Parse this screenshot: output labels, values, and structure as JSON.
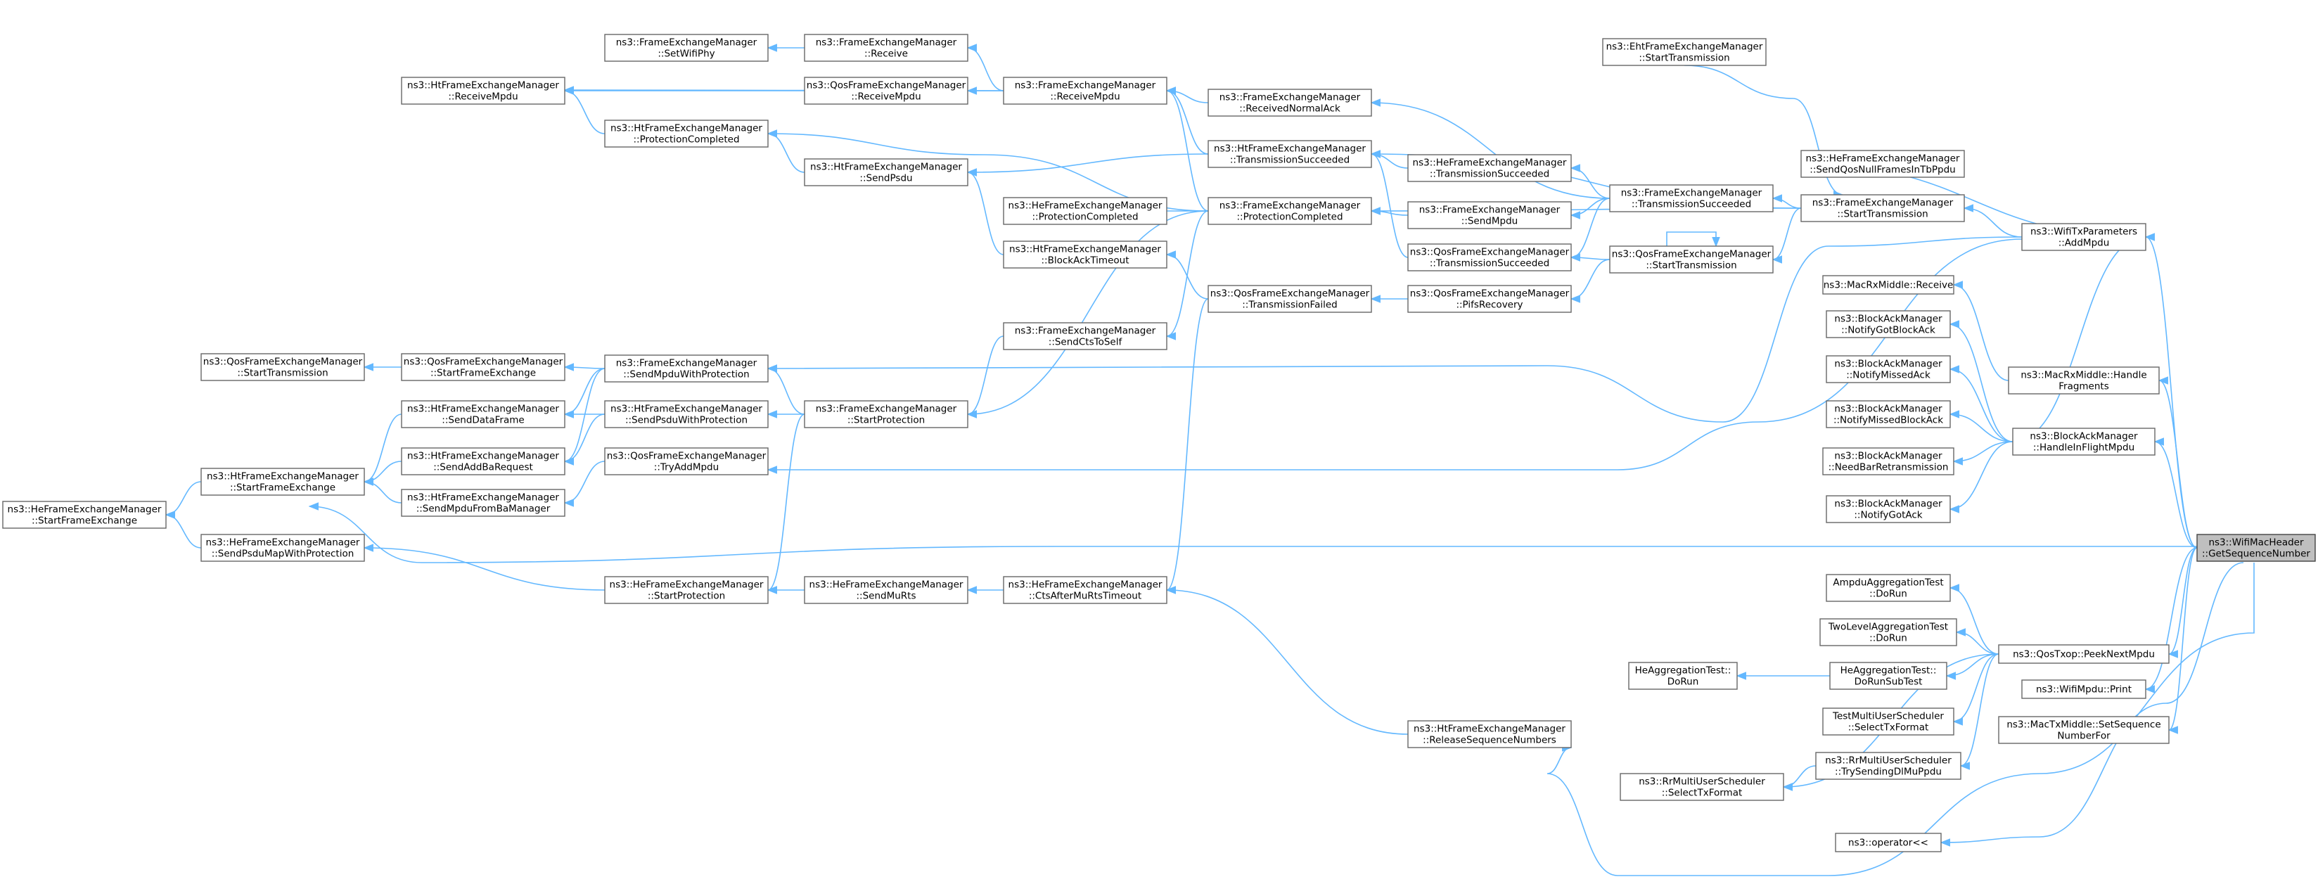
{
  "diagram": {
    "root": "n0",
    "colors": {
      "edge": "#63b8ff",
      "node_border": "#666666",
      "root_fill": "#bfbfbf",
      "node_fill": "#ffffff"
    },
    "nodes": [
      {
        "id": "n0",
        "lines": [
          "ns3::WifiMacHeader",
          "::GetSequenceNumber"
        ]
      },
      {
        "id": "n1",
        "lines": [
          "ns3::HeFrameExchangeManager",
          "::StartFrameExchange"
        ]
      },
      {
        "id": "n2",
        "lines": [
          "ns3::HtFrameExchangeManager",
          "::StartFrameExchange"
        ]
      },
      {
        "id": "n3",
        "lines": [
          "ns3::HeFrameExchangeManager",
          "::SendPsduMapWithProtection"
        ]
      },
      {
        "id": "n4",
        "lines": [
          "ns3::QosFrameExchangeManager",
          "::StartTransmission"
        ]
      },
      {
        "id": "n5",
        "lines": [
          "ns3::QosFrameExchangeManager",
          "::StartFrameExchange"
        ]
      },
      {
        "id": "n6",
        "lines": [
          "ns3::HtFrameExchangeManager",
          "::SendDataFrame"
        ]
      },
      {
        "id": "n7",
        "lines": [
          "ns3::HtFrameExchangeManager",
          "::SendAddBaRequest"
        ]
      },
      {
        "id": "n8",
        "lines": [
          "ns3::HtFrameExchangeManager",
          "::SendMpduFromBaManager"
        ]
      },
      {
        "id": "n9",
        "lines": [
          "ns3::HtFrameExchangeManager",
          "::ReceiveMpdu"
        ]
      },
      {
        "id": "n10",
        "lines": [
          "ns3::HtFrameExchangeManager",
          "::ProtectionCompleted"
        ]
      },
      {
        "id": "n11",
        "lines": [
          "ns3::FrameExchangeManager",
          "::SendMpduWithProtection"
        ]
      },
      {
        "id": "n12",
        "lines": [
          "ns3::HtFrameExchangeManager",
          "::SendPsduWithProtection"
        ]
      },
      {
        "id": "n13",
        "lines": [
          "ns3::QosFrameExchangeManager",
          "::TryAddMpdu"
        ]
      },
      {
        "id": "n14",
        "lines": [
          "ns3::HeFrameExchangeManager",
          "::StartProtection"
        ]
      },
      {
        "id": "n15",
        "lines": [
          "ns3::FrameExchangeManager",
          "::SetWifiPhy"
        ]
      },
      {
        "id": "n16",
        "lines": [
          "ns3::FrameExchangeManager",
          "::Receive"
        ]
      },
      {
        "id": "n17",
        "lines": [
          "ns3::QosFrameExchangeManager",
          "::ReceiveMpdu"
        ]
      },
      {
        "id": "n18",
        "lines": [
          "ns3::HtFrameExchangeManager",
          "::SendPsdu"
        ]
      },
      {
        "id": "n19",
        "lines": [
          "ns3::FrameExchangeManager",
          "::SendCtsToSelf"
        ]
      },
      {
        "id": "n20",
        "lines": [
          "ns3::FrameExchangeManager",
          "::StartProtection"
        ]
      },
      {
        "id": "n21",
        "lines": [
          "ns3::HeFrameExchangeManager",
          "::SendMuRts"
        ]
      },
      {
        "id": "n22",
        "lines": [
          "ns3::FrameExchangeManager",
          "::ReceiveMpdu"
        ]
      },
      {
        "id": "n23",
        "lines": [
          "ns3::HeFrameExchangeManager",
          "::ProtectionCompleted"
        ]
      },
      {
        "id": "n24",
        "lines": [
          "ns3::HtFrameExchangeManager",
          "::BlockAckTimeout"
        ]
      },
      {
        "id": "n25",
        "lines": [
          "ns3::HeFrameExchangeManager",
          "::CtsAfterMuRtsTimeout"
        ]
      },
      {
        "id": "n26",
        "lines": [
          "ns3::FrameExchangeManager",
          "::ReceivedNormalAck"
        ]
      },
      {
        "id": "n27",
        "lines": [
          "ns3::HtFrameExchangeManager",
          "::TransmissionSucceeded"
        ]
      },
      {
        "id": "n28",
        "lines": [
          "ns3::FrameExchangeManager",
          "::ProtectionCompleted"
        ]
      },
      {
        "id": "n29",
        "lines": [
          "ns3::QosFrameExchangeManager",
          "::TransmissionFailed"
        ]
      },
      {
        "id": "n30",
        "lines": [
          "ns3::HeFrameExchangeManager",
          "::TransmissionSucceeded"
        ]
      },
      {
        "id": "n31",
        "lines": [
          "ns3::FrameExchangeManager",
          "::SendMpdu"
        ]
      },
      {
        "id": "n32",
        "lines": [
          "ns3::QosFrameExchangeManager",
          "::TransmissionSucceeded"
        ]
      },
      {
        "id": "n33",
        "lines": [
          "ns3::QosFrameExchangeManager",
          "::PifsRecovery"
        ]
      },
      {
        "id": "n34",
        "lines": [
          "ns3::HtFrameExchangeManager",
          "::ReleaseSequenceNumbers"
        ]
      },
      {
        "id": "n35",
        "lines": [
          "ns3::FrameExchangeManager",
          "::TransmissionSucceeded"
        ]
      },
      {
        "id": "n36",
        "lines": [
          "ns3::QosFrameExchangeManager",
          "::StartTransmission"
        ]
      },
      {
        "id": "n37",
        "lines": [
          "HeAggregationTest::",
          "DoRun"
        ]
      },
      {
        "id": "n38",
        "lines": [
          "ns3::RrMultiUserScheduler",
          "::SelectTxFormat"
        ]
      },
      {
        "id": "n39",
        "lines": [
          "ns3::EhtFrameExchangeManager",
          "::StartTransmission"
        ]
      },
      {
        "id": "n40",
        "lines": [
          "ns3::FrameExchangeManager",
          "::StartTransmission"
        ]
      },
      {
        "id": "n41",
        "lines": [
          "ns3::HeFrameExchangeManager",
          "::SendQosNullFramesInTbPpdu"
        ]
      },
      {
        "id": "n42",
        "lines": [
          "ns3::MacRxMiddle::Receive"
        ]
      },
      {
        "id": "n43",
        "lines": [
          "ns3::BlockAckManager",
          "::NotifyGotBlockAck"
        ]
      },
      {
        "id": "n44",
        "lines": [
          "ns3::BlockAckManager",
          "::NotifyMissedAck"
        ]
      },
      {
        "id": "n45",
        "lines": [
          "ns3::BlockAckManager",
          "::NotifyMissedBlockAck"
        ]
      },
      {
        "id": "n46",
        "lines": [
          "ns3::BlockAckManager",
          "::NeedBarRetransmission"
        ]
      },
      {
        "id": "n47",
        "lines": [
          "ns3::BlockAckManager",
          "::NotifyGotAck"
        ]
      },
      {
        "id": "n48",
        "lines": [
          "AmpduAggregationTest",
          "::DoRun"
        ]
      },
      {
        "id": "n49",
        "lines": [
          "TwoLevelAggregationTest",
          "::DoRun"
        ]
      },
      {
        "id": "n50",
        "lines": [
          "HeAggregationTest::",
          "DoRunSubTest"
        ]
      },
      {
        "id": "n51",
        "lines": [
          "TestMultiUserScheduler",
          "::SelectTxFormat"
        ]
      },
      {
        "id": "n52",
        "lines": [
          "ns3::RrMultiUserScheduler",
          "::TrySendingDlMuPpdu"
        ]
      },
      {
        "id": "n53",
        "lines": [
          "ns3::operator<<"
        ]
      },
      {
        "id": "n54",
        "lines": [
          "ns3::WifiTxParameters",
          "::AddMpdu"
        ]
      },
      {
        "id": "n55",
        "lines": [
          "ns3::MacRxMiddle::Handle",
          "Fragments"
        ]
      },
      {
        "id": "n56",
        "lines": [
          "ns3::BlockAckManager",
          "::HandleInFlightMpdu"
        ]
      },
      {
        "id": "n57",
        "lines": [
          "ns3::QosTxop::PeekNextMpdu"
        ]
      },
      {
        "id": "n58",
        "lines": [
          "ns3::WifiMpdu::Print"
        ]
      },
      {
        "id": "n59",
        "lines": [
          "ns3::MacTxMiddle::SetSequence",
          "NumberFor"
        ]
      }
    ],
    "edges": [
      [
        "n2",
        "n1"
      ],
      [
        "n3",
        "n1"
      ],
      [
        "n5",
        "n4"
      ],
      [
        "n6",
        "n2"
      ],
      [
        "n7",
        "n2"
      ],
      [
        "n8",
        "n2"
      ],
      [
        "n11",
        "n5"
      ],
      [
        "n11",
        "n6"
      ],
      [
        "n12",
        "n6"
      ],
      [
        "n11",
        "n7"
      ],
      [
        "n12",
        "n7"
      ],
      [
        "n13",
        "n8"
      ],
      [
        "n14",
        "n3"
      ],
      [
        "n10",
        "n9"
      ],
      [
        "n16",
        "n15"
      ],
      [
        "n17",
        "n9"
      ],
      [
        "n22",
        "n16"
      ],
      [
        "n22",
        "n17"
      ],
      [
        "n22",
        "n9"
      ],
      [
        "n18",
        "n10"
      ],
      [
        "n20",
        "n11"
      ],
      [
        "n20",
        "n12"
      ],
      [
        "n20",
        "n14"
      ],
      [
        "n21",
        "n14"
      ],
      [
        "n25",
        "n21"
      ],
      [
        "n29",
        "n25"
      ],
      [
        "n34",
        "n25"
      ],
      [
        "n27",
        "n18"
      ],
      [
        "n29",
        "n24"
      ],
      [
        "n24",
        "n18"
      ],
      [
        "n28",
        "n19"
      ],
      [
        "n19",
        "n20"
      ],
      [
        "n28",
        "n20"
      ],
      [
        "n28",
        "n10"
      ],
      [
        "n23",
        "n28"
      ],
      [
        "n26",
        "n22"
      ],
      [
        "n27",
        "n22"
      ],
      [
        "n28",
        "n22"
      ],
      [
        "n35",
        "n26"
      ],
      [
        "n30",
        "n27"
      ],
      [
        "n40",
        "n27"
      ],
      [
        "n32",
        "n27"
      ],
      [
        "n40",
        "n28"
      ],
      [
        "n31",
        "n28"
      ],
      [
        "n33",
        "n29"
      ],
      [
        "n36",
        "n33"
      ],
      [
        "n35",
        "n30"
      ],
      [
        "n35",
        "n31"
      ],
      [
        "n35",
        "n32"
      ],
      [
        "n36",
        "n32"
      ],
      [
        "n40",
        "n35"
      ],
      [
        "n36",
        "n36"
      ],
      [
        "n40",
        "n36"
      ],
      [
        "n39",
        "n40"
      ],
      [
        "n54",
        "n40"
      ],
      [
        "n54",
        "n11"
      ],
      [
        "n54",
        "n13"
      ],
      [
        "n50",
        "n37"
      ],
      [
        "n52",
        "n38"
      ],
      [
        "n56",
        "n54"
      ],
      [
        "n41",
        "n54"
      ],
      [
        "n55",
        "n42"
      ],
      [
        "n56",
        "n43"
      ],
      [
        "n56",
        "n44"
      ],
      [
        "n56",
        "n45"
      ],
      [
        "n56",
        "n46"
      ],
      [
        "n56",
        "n47"
      ],
      [
        "n57",
        "n48"
      ],
      [
        "n57",
        "n49"
      ],
      [
        "n57",
        "n50"
      ],
      [
        "n57",
        "n51"
      ],
      [
        "n57",
        "n52"
      ],
      [
        "n57",
        "n38"
      ],
      [
        "n0",
        "n2"
      ],
      [
        "n0",
        "n54"
      ],
      [
        "n0",
        "n55"
      ],
      [
        "n0",
        "n56"
      ],
      [
        "n0",
        "n57"
      ],
      [
        "n0",
        "n58"
      ],
      [
        "n0",
        "n59"
      ],
      [
        "n0",
        "n34"
      ],
      [
        "n0",
        "n53"
      ]
    ]
  }
}
